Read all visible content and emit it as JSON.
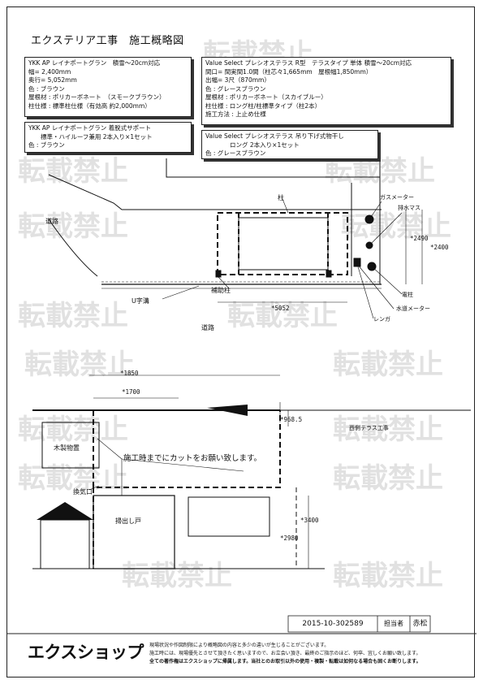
{
  "title": "エクステリア工事　施工概略図",
  "watermark": "転載禁止",
  "spec_boxes": {
    "carport": [
      "YKK AP レイナポートグラン　積雪～20cm対応",
      "幅= 2,400mm",
      "奥行= 5,052mm",
      "色 : ブラウン",
      "屋根材 : ポリカーボネート　（スモークブラウン）",
      "柱仕様 : 標準柱仕様（有効高 約2,000mm）"
    ],
    "support": [
      "YKK AP レイナポートグラン 着脱式サポート",
      "　　標準・ハイルーフ兼用 2本入り×1セット",
      "色 : ブラウン"
    ],
    "terrace": [
      "Value Select プレシオステラス R型　テラスタイプ 単体 積雪～20cm対応",
      "間口= 間実間1.0間（柱芯々1,665mm　屋根幅1,850mm）",
      "出幅= 3尺（870mm）",
      "色 : グレースブラウン",
      "屋根材 : ポリカーボネート（スカイブルー）",
      "柱仕様 : ロング柱/柱標準タイプ（柱2本）",
      "施工方法 : 上止め仕様"
    ],
    "dryer": [
      "Value Select プレシオステラス 吊り下げ式物干し",
      "　　　　ロング 2本入り×1セット",
      "色 : グレースブラウン"
    ]
  },
  "plan_labels": {
    "pillar": "柱",
    "gas_meter": "ガスメーター",
    "drain": "排水マス",
    "road_left": "道路",
    "dim_2490": "*2490",
    "dim_2400": "*2400",
    "aux_pillar": "補助柱",
    "pole": "電柱",
    "water_meter": "水道メーター",
    "brick": "レンガ",
    "u_gutter": "U字溝",
    "dim_5052": "*5052",
    "road_bottom": "道路"
  },
  "site_labels": {
    "dim_1850": "*1850",
    "dim_1700": "*1700",
    "dim_968": "*968.5",
    "west_terrace": "西側テラス工事",
    "shed": "木製物置",
    "cut_note": "施工時までにカットをお願い致します。",
    "vent": "換気口",
    "exit_door": "掃出し戸",
    "dim_3400": "*3400",
    "dim_2980": "*2980"
  },
  "footer": {
    "doc_number": "2015-10-302589",
    "staff_label": "担当者",
    "staff_name": "赤松",
    "logo": "エクスショップ",
    "notes": [
      "現場状況や作図制限により概略図の内容と多少の違いが生じることがございます。",
      "施工時には、現場優先とさせて頂きたく思いますので、お立会い頂き、最終のご指示のほど、何卒、宜しくお願い致します。",
      "全ての著作権はエクスショップに帰属します。当社とのお取引以外の使用・複製・転載は如何なる場合も固くお断りします。"
    ]
  }
}
